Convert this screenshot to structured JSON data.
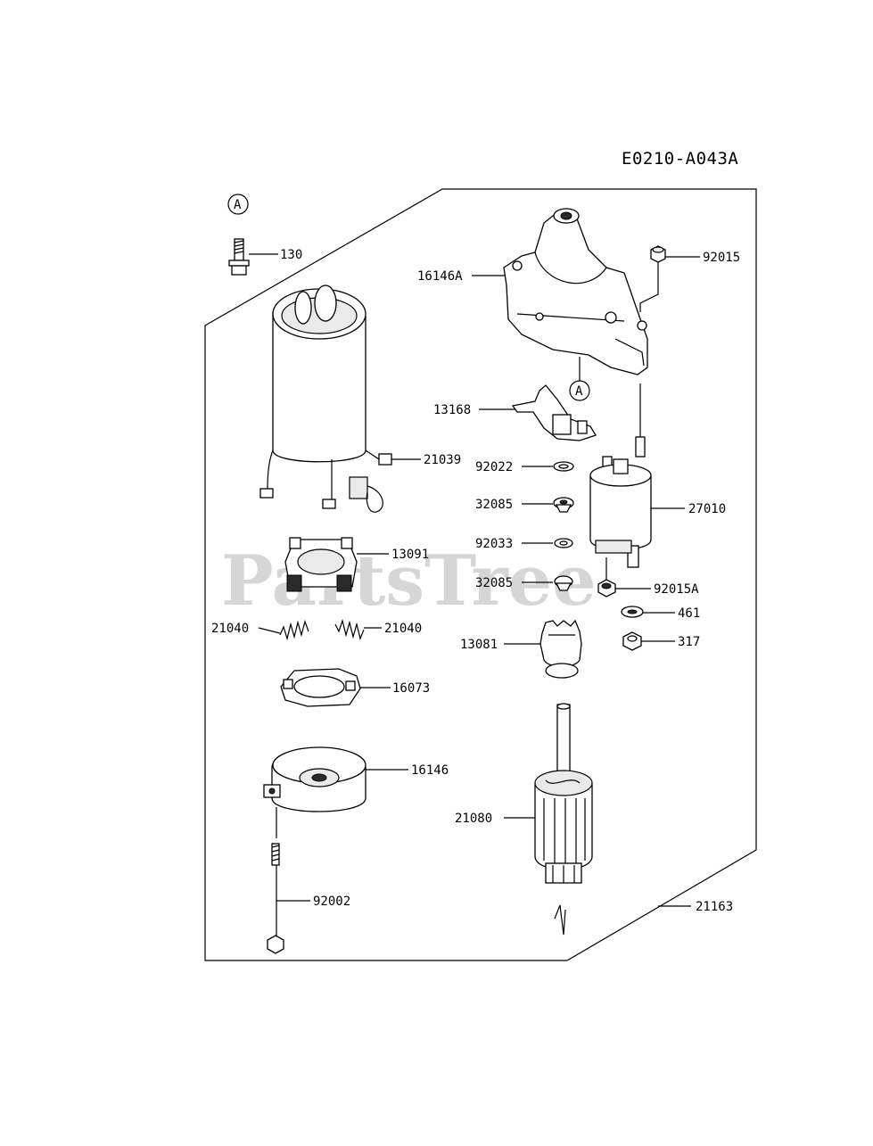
{
  "diagram_code": "E0210-A043A",
  "watermark": "PartsTree",
  "callout_marker": "A",
  "parts": [
    {
      "id": "p130",
      "label": "130"
    },
    {
      "id": "p16146A",
      "label": "16146A"
    },
    {
      "id": "p92015",
      "label": "92015"
    },
    {
      "id": "p13168",
      "label": "13168"
    },
    {
      "id": "p21039",
      "label": "21039"
    },
    {
      "id": "p92022",
      "label": "92022"
    },
    {
      "id": "p32085a",
      "label": "32085"
    },
    {
      "id": "p27010",
      "label": "27010"
    },
    {
      "id": "p13091",
      "label": "13091"
    },
    {
      "id": "p92033",
      "label": "92033"
    },
    {
      "id": "p32085b",
      "label": "32085"
    },
    {
      "id": "p92015A",
      "label": "92015A"
    },
    {
      "id": "p21040a",
      "label": "21040"
    },
    {
      "id": "p21040b",
      "label": "21040"
    },
    {
      "id": "p461",
      "label": "461"
    },
    {
      "id": "p13081",
      "label": "13081"
    },
    {
      "id": "p317",
      "label": "317"
    },
    {
      "id": "p16073",
      "label": "16073"
    },
    {
      "id": "p16146",
      "label": "16146"
    },
    {
      "id": "p21080",
      "label": "21080"
    },
    {
      "id": "p92002",
      "label": "92002"
    },
    {
      "id": "p21163",
      "label": "21163"
    }
  ]
}
